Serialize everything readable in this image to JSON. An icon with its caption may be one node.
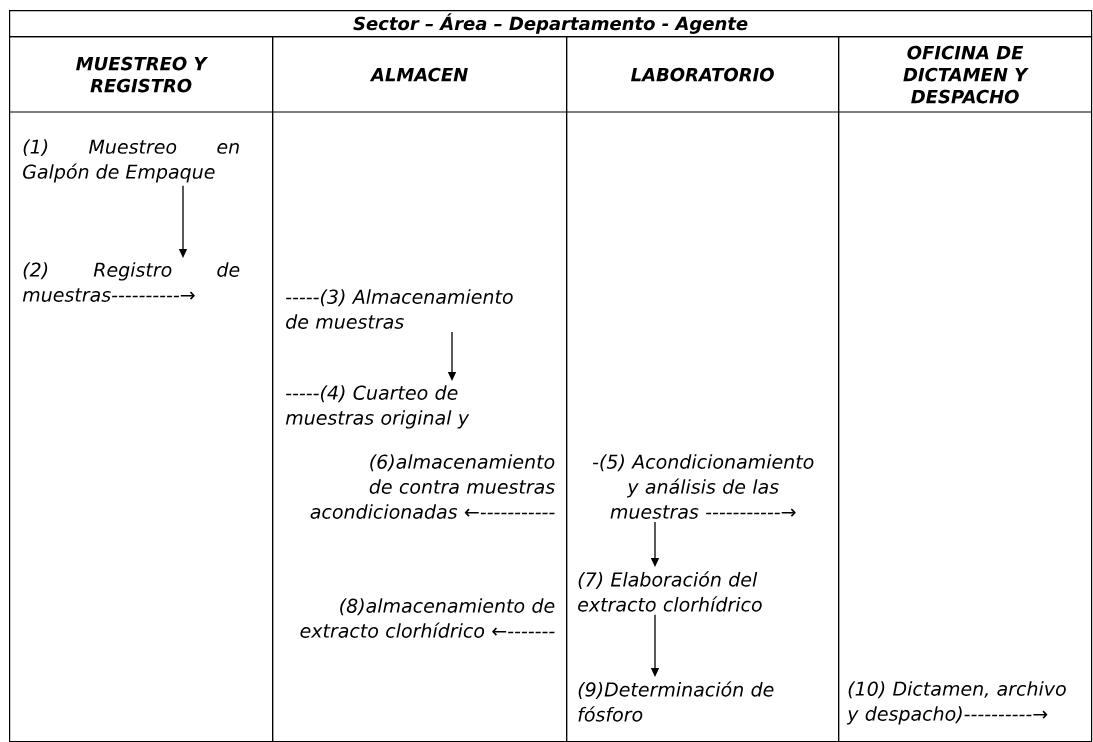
{
  "diagram": {
    "title": "Sector – Área – Departamento - Agente",
    "nodes": [
      {
        "text": [
          "MUESTREO Y REGISTRO"
        ]
      },
      {
        "text": [
          "(1) Muestreo en Galpón de Empaque"
        ],
        "in": 0
      },
      {
        "text": [
          "(2) Registro de muestras----------→"
        ],
        "in": 0
      },
      {
        "text": [
          "ALMACEN"
        ]
      },
      {
        "text": [
          "-----(3) Almacenamiento de muestras"
        ],
        "in": 3
      },
      {
        "text": [
          "-----(4) Cuarteo de muestras original y"
        ],
        "in": 3
      },
      {
        "text": [
          "(6)almacenamiento de contra muestras acondicionadas ←-----------"
        ],
        "in": 3
      },
      {
        "text": [
          "(8)almacenamiento de extracto clorhídrico ←-------"
        ],
        "in": 3
      },
      {
        "text": [
          "LABORATORIO"
        ]
      },
      {
        "text": [
          "-(5) Acondicionamiento y análisis de las muestras -----------→"
        ],
        "in": 8
      },
      {
        "text": [
          "(7) Elaboración del extracto clorhídrico"
        ],
        "in": 8
      },
      {
        "text": [
          "(9)Determinación de fósforo"
        ],
        "in": 8
      },
      {
        "text": [
          "OFICINA DE DICTAMEN Y DESPACHO"
        ]
      },
      {
        "text": [
          "(10) Dictamen, archivo y despacho)----------→"
        ],
        "in": 12
      }
    ],
    "edges": [
      {
        "from": 1,
        "to": 2,
        "arrow": "to"
      },
      {
        "from": 4,
        "to": 5,
        "arrow": "to"
      },
      {
        "from": 9,
        "to": 10,
        "arrow": "to"
      },
      {
        "from": 10,
        "to": 11,
        "arrow": "to"
      }
    ]
  }
}
